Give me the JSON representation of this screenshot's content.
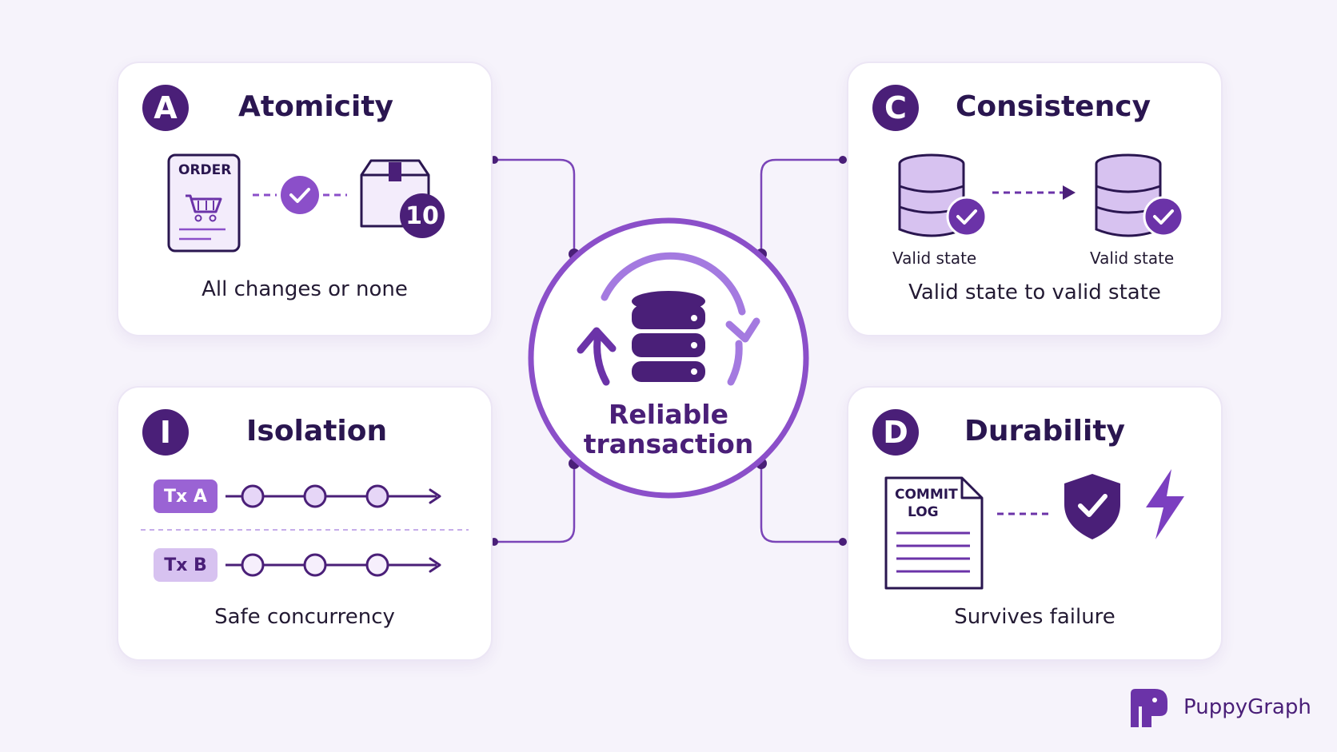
{
  "colors": {
    "background": "#f6f3fb",
    "primary": "#4a1f78",
    "accent": "#8b4fc9",
    "light_accent": "#d7c2f0"
  },
  "center": {
    "title_line1": "Reliable",
    "title_line2": "transaction",
    "icon": "database-icon"
  },
  "atomicity": {
    "badge": "A",
    "title": "Atomicity",
    "doc_label": "ORDER",
    "box_count": "10",
    "caption": "All changes or none"
  },
  "consistency": {
    "badge": "C",
    "title": "Consistency",
    "left_state_label": "Valid state",
    "right_state_label": "Valid state",
    "caption": "Valid state to valid state"
  },
  "isolation": {
    "badge": "I",
    "title": "Isolation",
    "tx_a_label": "Tx A",
    "tx_b_label": "Tx B",
    "caption": "Safe concurrency"
  },
  "durability": {
    "badge": "D",
    "title": "Durability",
    "log_line1": "COMMIT",
    "log_line2": "LOG",
    "caption": "Survives failure"
  },
  "brand": {
    "name": "PuppyGraph",
    "icon": "puppygraph-logo-icon"
  }
}
